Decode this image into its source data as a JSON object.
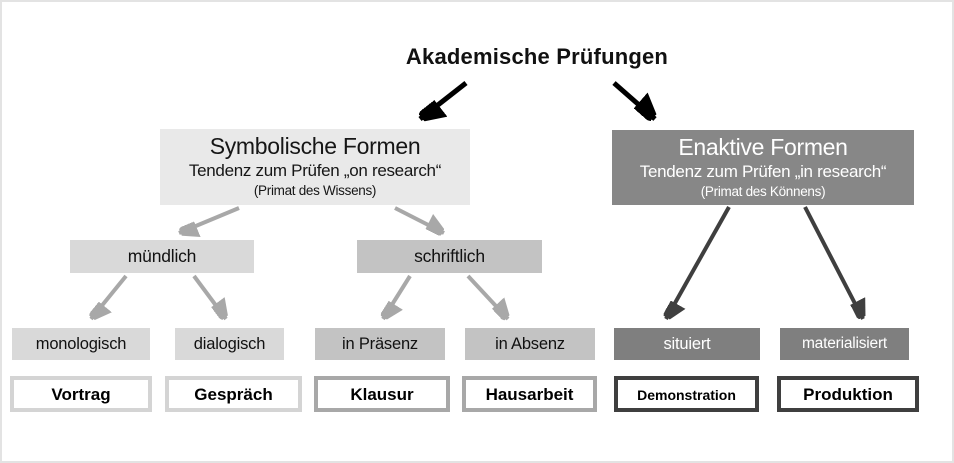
{
  "title": "Akademische Prüfungen",
  "branches": {
    "symbolic": {
      "heading": "Symbolische Formen",
      "tendency": "Tendenz zum Prüfen „on research“",
      "primacy": "(Primat des Wissens)"
    },
    "enactive": {
      "heading": "Enaktive Formen",
      "tendency": "Tendenz zum Prüfen „in research“",
      "primacy": "(Primat des Könnens)"
    }
  },
  "level2": {
    "muendlich": "mündlich",
    "schriftlich": "schriftlich"
  },
  "level3": {
    "monologisch": "monologisch",
    "dialogisch": "dialogisch",
    "in_praesenz": "in Präsenz",
    "in_absenz": "in Absenz",
    "situiert": "situiert",
    "materialisiert": "materialisiert"
  },
  "level4": {
    "vortrag": "Vortrag",
    "gespraech": "Gespräch",
    "klausur": "Klausur",
    "hausarbeit": "Hausarbeit",
    "demonstration": "Demonstration",
    "produktion": "Produktion"
  },
  "colors": {
    "box_light": "#e9e9e9",
    "box_medium_light": "#d9d9d9",
    "box_medium": "#c3c3c3",
    "box_dark": "#7f7f7f",
    "outline_light": "#d4d4d4",
    "outline_medium": "#a8a8a8",
    "outline_dark": "#3f3f3f",
    "arrow_black": "#000000",
    "arrow_gray": "#a8a8a8",
    "arrow_dark": "#3f3f3f"
  }
}
